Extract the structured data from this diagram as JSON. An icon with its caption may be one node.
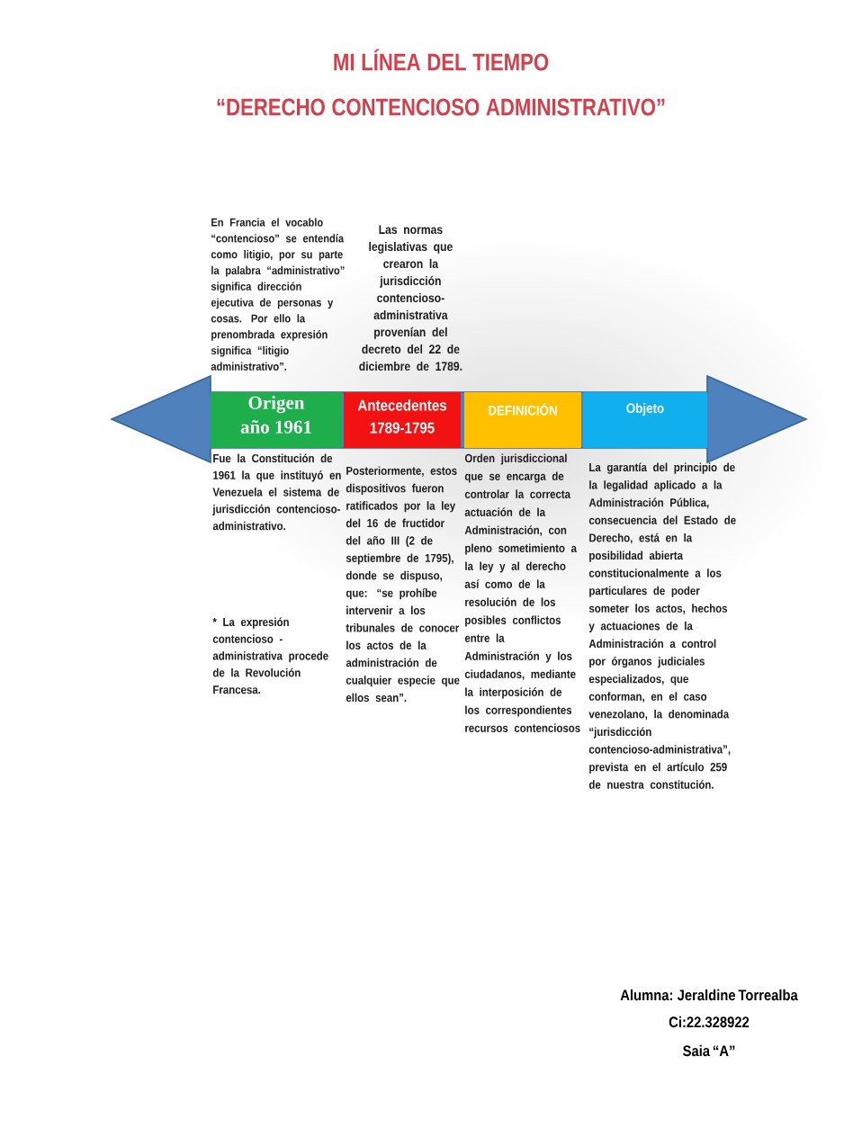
{
  "diagram": {
    "title": "MI LÍNEA DEL TIEMPO “DERECHO CONTENCIOSO ADMINISTRATIVO”",
    "nodes": [
      {
        "text": [
          "Origen año 1961"
        ],
        "beside": [
          "En Francia el vocablo “contencioso” se entendía como litigio, por su parte la palabra “administrativo” significa dirección ejecutiva de personas y cosas. Por ello la prenombrada expresión significa “litigio administrativo”.",
          "Fue la Constitución de 1961 la que instituyó en Venezuela el sistema de jurisdicción contencioso-administrativo."
        ]
      },
      {
        "text": [
          "Antecedentes 1789-1795"
        ],
        "beside": [
          "Las normas legislativas que crearon la jurisdicción contencioso-administrativa provenían del decreto del 22 de diciembre de 1789.",
          "Posteriormente, estos dispositivos fueron ratificados por la ley del 16 de fructidor del año III (2 de septiembre de 1795), donde se dispuso, que: “se prohíbe intervenir a los tribunales de conocer los actos de la administración de cualquier especie que ellos sean”."
        ]
      },
      {
        "text": [
          "DEFINICIÓN"
        ],
        "beside": [
          "Orden jurisdiccional que se encarga de controlar la correcta actuación de la Administración, con pleno sometimiento a la ley y al derecho así como de la resolución de los posibles conflictos entre la Administración y los ciudadanos, mediante la interposición de los correspondientes recursos contenciosos"
        ]
      },
      {
        "text": [
          "Objeto"
        ],
        "beside": [
          "La garantía del principio de la legalidad aplicado a la Administración Pública, consecuencia del Estado de Derecho, está en la posibilidad abierta constitucionalmente a los particulares de poder someter los actos, hechos y actuaciones de la Administración a control por órganos judiciales especializados, que conforman, en el caso venezolano, la denominada “jurisdicción contencioso-administrativa”, prevista en el artículo 259 de nuestra constitución."
        ]
      }
    ],
    "labels": [
      "* La expresión contencioso - administrativa procede de la Revolución Francesa.",
      "Alumna: Jeraldine Torrealba",
      "Ci:22.328922",
      "Saia “A”"
    ]
  }
}
